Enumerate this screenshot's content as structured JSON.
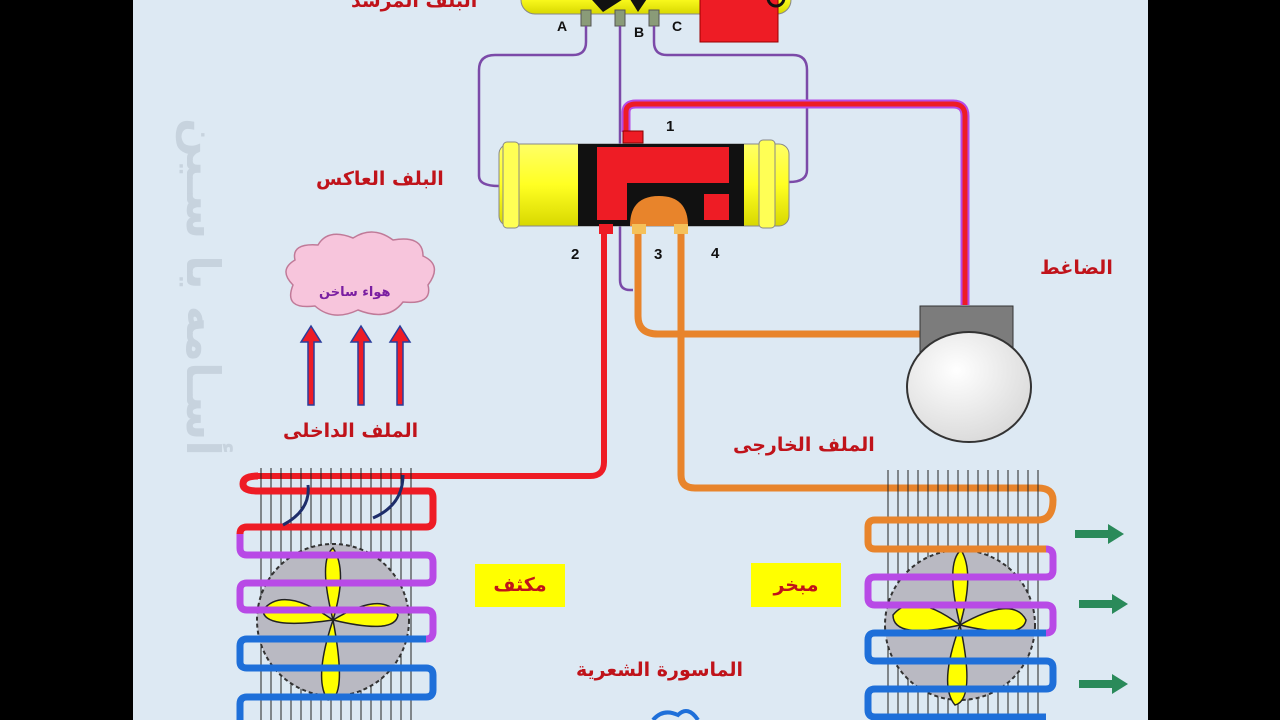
{
  "watermark": "أسـامه يا سـين",
  "labels": {
    "pilot_valve": "البلف المرشد",
    "reversing_valve": "البلف العاكس",
    "compressor": "الضاغط",
    "hot_air": "هواء ساخن",
    "indoor_coil": "الملف الداخلى",
    "outdoor_coil": "الملف الخارجى",
    "condenser": "مكثف",
    "evaporator": "مبخر",
    "capillary": "الماسورة الشعرية"
  },
  "ports": {
    "a": "A",
    "b": "B",
    "c": "C"
  },
  "numbers": {
    "n1": "1",
    "n2": "2",
    "n3": "3",
    "n4": "4"
  },
  "colors": {
    "background": "#dde9f3",
    "hot_pipe": "#ee1c25",
    "suction_pipe": "#e8842b",
    "cold_pipe": "#1e6fd9",
    "mid_pipe": "#b84ae6",
    "valve_body": "#ffff33",
    "label_red": "#c0131a"
  }
}
